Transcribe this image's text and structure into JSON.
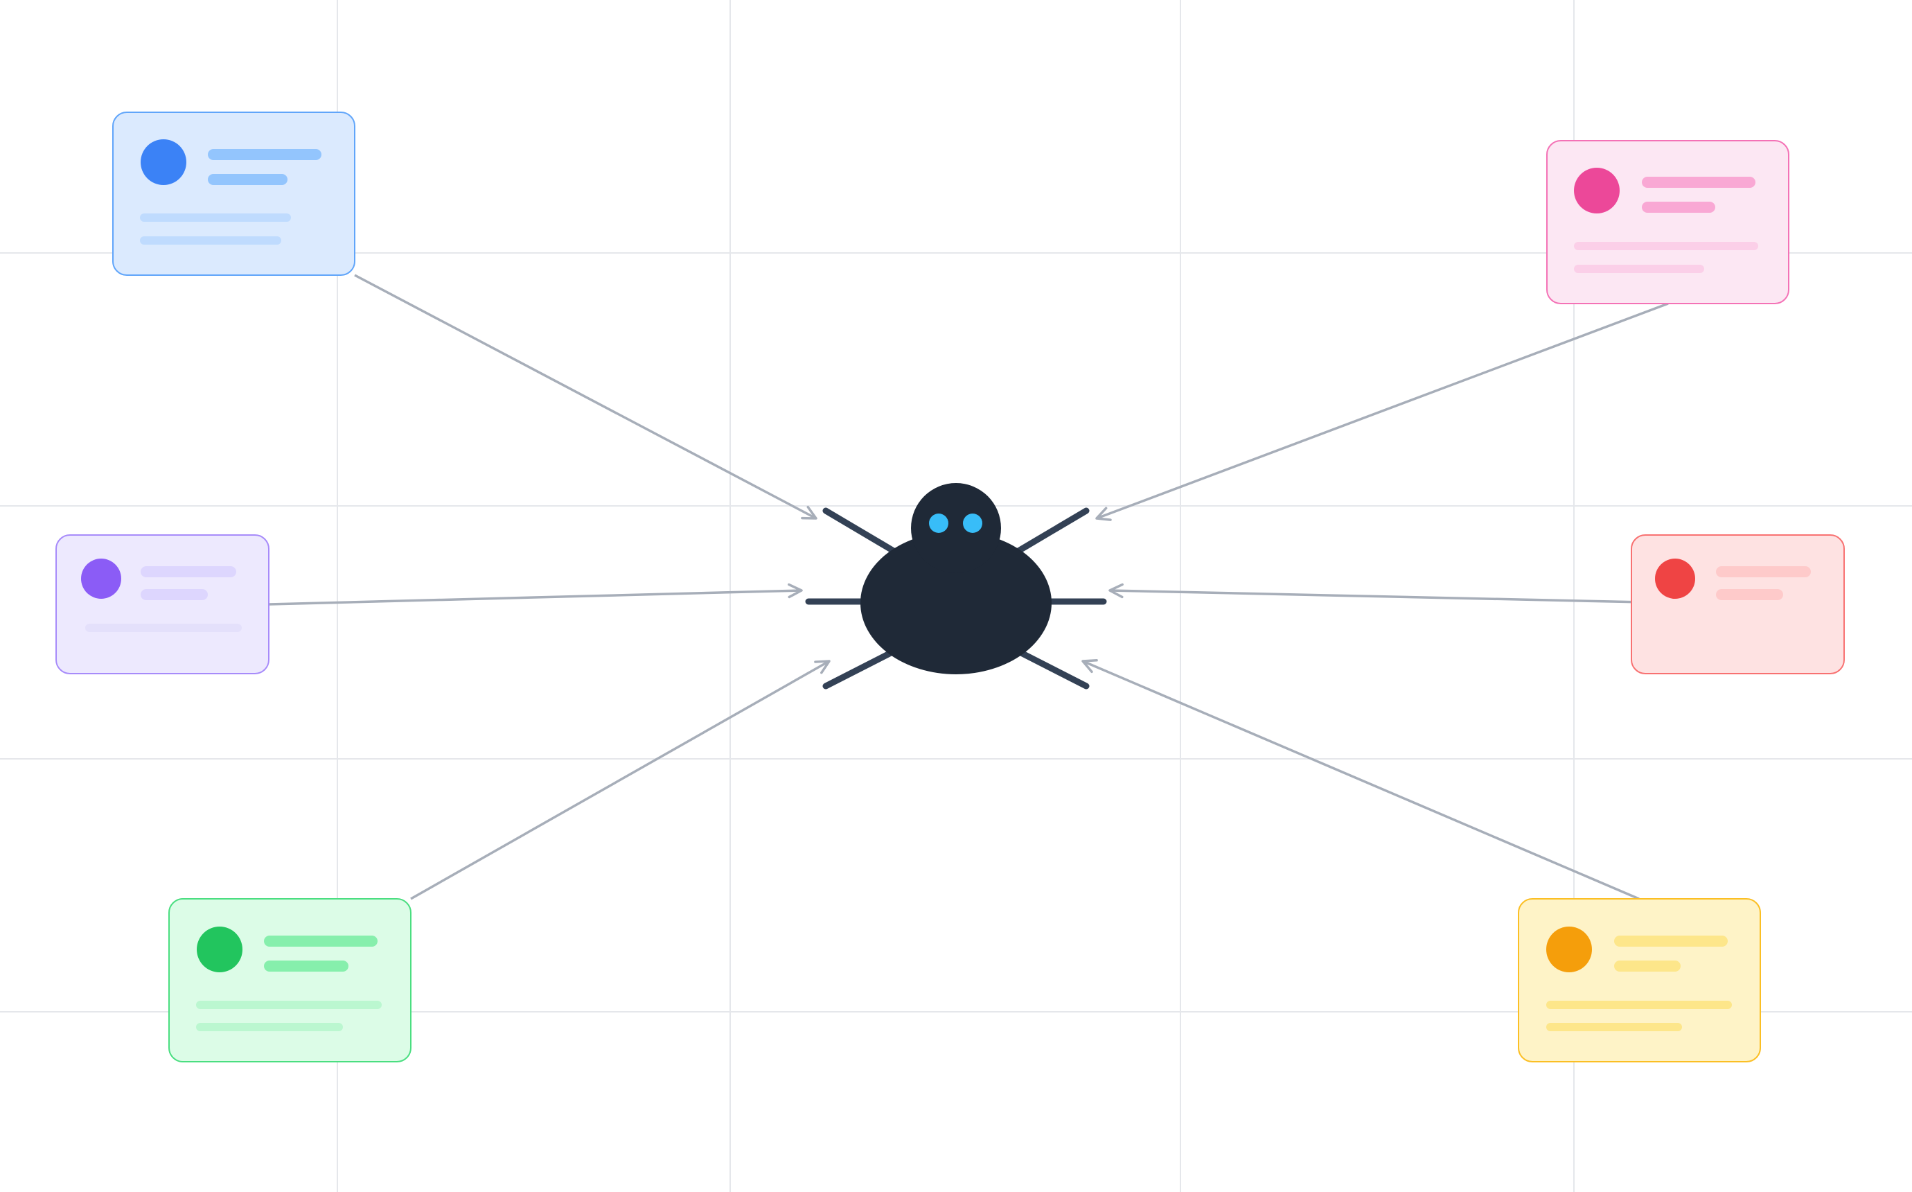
{
  "canvas": {
    "background": "#ffffff",
    "grid_color": "#e5e7eb",
    "connector_color": "#a7aeb9"
  },
  "crawler": {
    "icon": "spider-icon",
    "body_color": "#1f2937",
    "leg_color": "#334155",
    "eye_color": "#38bdf8"
  },
  "cards": [
    {
      "id": "blue",
      "accent": "#3b82f6",
      "bg": "#dbeafe",
      "border": "#60a5fa",
      "bar": "#93c5fd",
      "line": "#bfdbfe"
    },
    {
      "id": "pink",
      "accent": "#ec4899",
      "bg": "#fce7f3",
      "border": "#f472b6",
      "bar": "#f9a8d4",
      "line": "#fbcfe8"
    },
    {
      "id": "purple",
      "accent": "#8b5cf6",
      "bg": "#ede9fe",
      "border": "#a78bfa",
      "bar": "#ddd6fe",
      "line": "#e4e0fb"
    },
    {
      "id": "red",
      "accent": "#ef4444",
      "bg": "#fee2e2",
      "border": "#f87171",
      "bar": "#fecaca",
      "line": "#fecaca"
    },
    {
      "id": "green",
      "accent": "#22c55e",
      "bg": "#dcfce7",
      "border": "#4ade80",
      "bar": "#86efac",
      "line": "#bbf7d0"
    },
    {
      "id": "yellow",
      "accent": "#f59e0b",
      "bg": "#fef3c7",
      "border": "#fbbf24",
      "bar": "#fde68a",
      "line": "#fde68a"
    }
  ]
}
